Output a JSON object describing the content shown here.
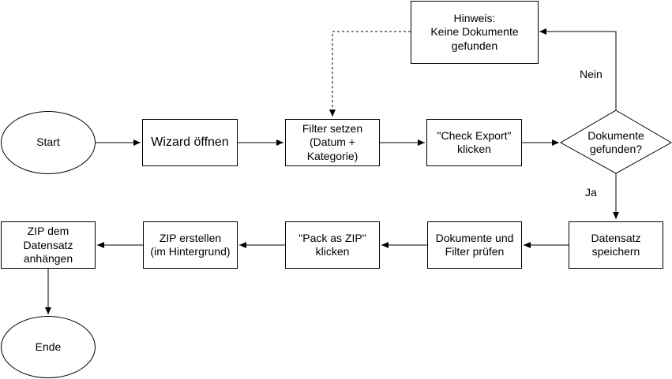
{
  "nodes": {
    "start": "Start",
    "wizard": "Wizard öffnen",
    "filter": "Filter setzen\n(Datum +\nKategorie)",
    "check_export": "\"Check Export\"\nklicken",
    "decision": "Dokumente\ngefunden?",
    "hint": "Hinweis:\nKeine Dokumente\ngefunden",
    "save": "Datensatz\nspeichern",
    "review": "Dokumente und\nFilter prüfen",
    "pack_zip": "\"Pack as ZIP\"\nklicken",
    "create_zip": "ZIP erstellen\n(im Hintergrund)",
    "attach_zip": "ZIP dem\nDatensatz\nanhängen",
    "end": "Ende"
  },
  "edges": {
    "no_label": "Nein",
    "yes_label": "Ja"
  }
}
